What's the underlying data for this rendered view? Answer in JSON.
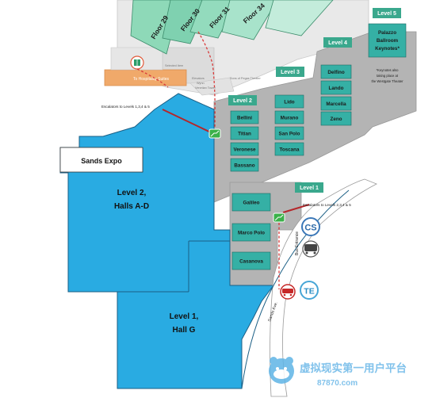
{
  "floor_tabs": [
    "Floor 29",
    "Floor 30",
    "Floor 31",
    "Floor 34"
  ],
  "hospitality_suites": "To Hospitality Suites",
  "small_labels": {
    "upper_left": "Selected Item",
    "center_a": "Elevators",
    "center_b": "Wynn",
    "center_c": "Venetian Tower",
    "theater": "Sons of Pegas Theater"
  },
  "escalators_upper": "Escalators to Levels 1,3,4 & 5",
  "escalators_lower": "Escalators to Levels 2,3,4 & 5",
  "sands_expo": "Sands Expo",
  "halls": {
    "level2": [
      "Level 2,",
      "Halls A-D"
    ],
    "level1": [
      "Level 1,",
      "Hall G"
    ]
  },
  "levels": {
    "l1": "Level 1",
    "l2": "Level 2",
    "l3": "Level 3",
    "l4": "Level 4",
    "l5": "Level 5"
  },
  "rooms": {
    "level2": [
      "Bellini",
      "Titian",
      "Veronese",
      "Bassano"
    ],
    "level3": [
      "Lido",
      "Murano",
      "San Polo",
      "Toscana"
    ],
    "level4": [
      "Delfino",
      "Lando",
      "Marcella",
      "Zeno"
    ],
    "level5": [
      "Palazzo",
      "Ballroom",
      "Keynotes*"
    ],
    "level1": [
      "Galileo",
      "Marco Polo",
      "Casanova"
    ]
  },
  "keynote_note": [
    "*Keynotes also",
    "taking place at",
    "the Westgate Theater"
  ],
  "badges": {
    "cs": "CS",
    "te": "TE"
  },
  "bus_entrance": "Bus Entrance",
  "sands_ave": "Sands Ave.",
  "watermark": {
    "cn": "虚拟现实第一用户平台",
    "url": "87870.com"
  },
  "colors": {
    "hall_blue": "#29abe2",
    "room_teal": "#35b0a5",
    "building_gray": "#b4b4b4",
    "level_green": "#3aa88d",
    "route_red": "#d83a3a",
    "tower_green": "#5fbf9d",
    "hospitality_orange": "#f0a96a"
  },
  "icons": [
    "restroom-icon",
    "escalator-icon",
    "bus-icon",
    "taxi-icon"
  ]
}
